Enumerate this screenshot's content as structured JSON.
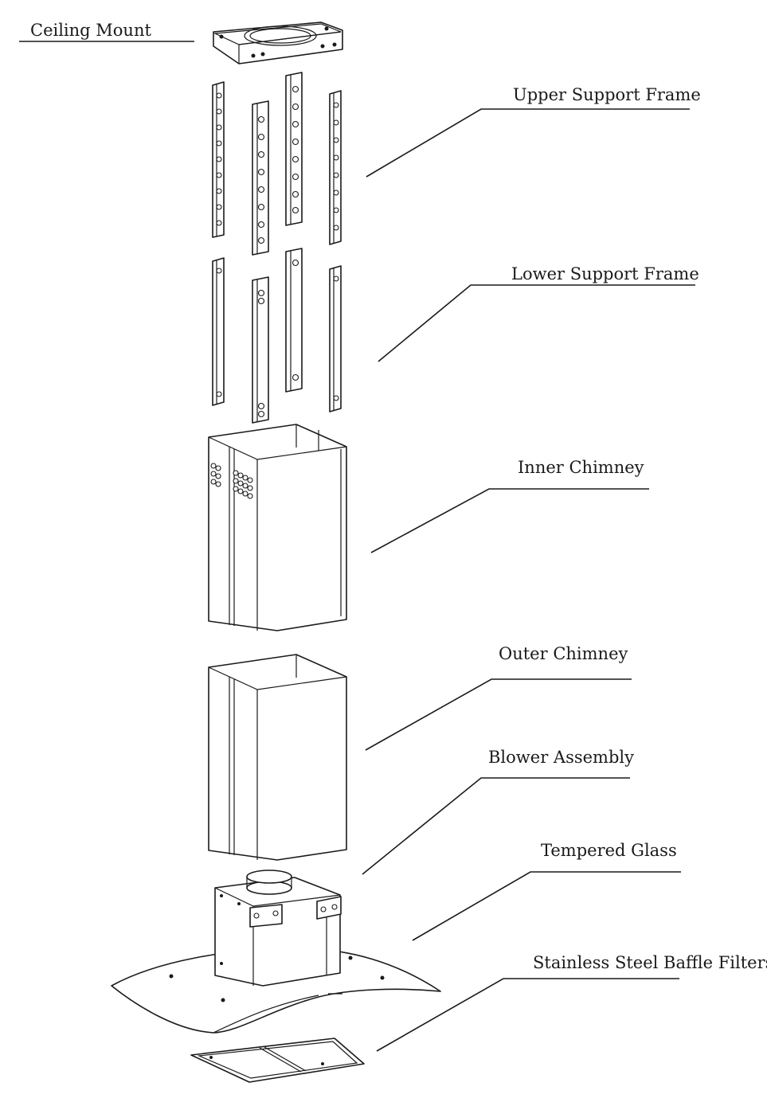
{
  "labels": {
    "ceiling_mount": "Ceiling Mount",
    "upper_support_frame": "Upper Support Frame",
    "lower_support_frame": "Lower Support Frame",
    "inner_chimney": "Inner Chimney",
    "outer_chimney": "Outer Chimney",
    "blower_assembly": "Blower Assembly",
    "tempered_glass": "Tempered Glass",
    "baffle_filters": "Stainless Steel Baffle Filters"
  }
}
